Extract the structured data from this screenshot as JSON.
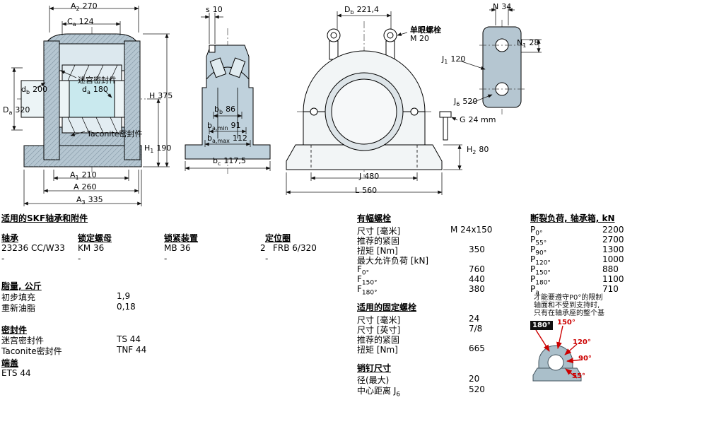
{
  "colors": {
    "housing_fill": "#b5c6d1",
    "bearing_fill": "#e3edf2",
    "sleeve_fill": "#c9e9ee",
    "line": "#000000",
    "accent_red": "#cc0000"
  },
  "drawings": {
    "section_view": {
      "labels": {
        "A2": {
          "base": "A",
          "sub": "2",
          "value": "270"
        },
        "Ca": {
          "base": "C",
          "sub": "a",
          "value": "124"
        },
        "labyrinth": "迷宫密封件",
        "db": {
          "base": "d",
          "sub": "b",
          "value": "200"
        },
        "da": {
          "base": "d",
          "sub": "a",
          "value": "180"
        },
        "Da": {
          "base": "D",
          "sub": "a",
          "value": "320"
        },
        "H": {
          "base": "H",
          "sub": "",
          "value": "375"
        },
        "taconite": "Taconite密封件",
        "H1": {
          "base": "H",
          "sub": "1",
          "value": "190"
        },
        "A1": {
          "base": "A",
          "sub": "1",
          "value": "210"
        },
        "A": {
          "base": "A",
          "sub": "",
          "value": "260"
        },
        "A3": {
          "base": "A",
          "sub": "3",
          "value": "335"
        }
      }
    },
    "side_view": {
      "labels": {
        "s": {
          "base": "s",
          "sub": "",
          "value": "10"
        },
        "bb": {
          "base": "b",
          "sub": "b",
          "value": "86"
        },
        "ba_min": {
          "base": "b",
          "sub": "a,min",
          "value": "91"
        },
        "ba_max": {
          "base": "b",
          "sub": "a,max",
          "value": "112"
        },
        "bc": {
          "base": "b",
          "sub": "c",
          "value": "117,5"
        }
      }
    },
    "front_view": {
      "labels": {
        "Db": {
          "base": "D",
          "sub": "b",
          "value": "221,4"
        },
        "eyebolt_title": "单眼螺栓",
        "eyebolt_size": "M 20",
        "G": {
          "base": "G",
          "sub": "",
          "value": "24 mm"
        },
        "H2": {
          "base": "H",
          "sub": "2",
          "value": "80"
        },
        "J": {
          "base": "J",
          "sub": "",
          "value": "480"
        },
        "L": {
          "base": "L",
          "sub": "",
          "value": "560"
        }
      }
    },
    "base_view": {
      "labels": {
        "N": {
          "base": "N",
          "sub": "",
          "value": "34"
        },
        "N1": {
          "base": "N",
          "sub": "1",
          "value": "28"
        },
        "J1": {
          "base": "J",
          "sub": "1",
          "value": "120"
        },
        "J6": {
          "base": "J",
          "sub": "6",
          "value": "520"
        }
      }
    }
  },
  "sections": {
    "bearings": {
      "title": "适用的SKF轴承和附件",
      "headers": [
        "轴承",
        "锁定螺母",
        "锁紧装置",
        "定位圈"
      ],
      "rows": [
        {
          "bearing": "23236 CC/W33",
          "nut": "KM 36",
          "device": "MB 36",
          "ring_qty": "2",
          "ring": "FRB 6/320"
        },
        {
          "bearing": "-",
          "nut": "-",
          "device": "-",
          "ring_qty": "-",
          "ring": ""
        }
      ]
    },
    "grease": {
      "title": "脂量, 公斤",
      "rows": [
        {
          "label": "初步填充",
          "value": "1,9"
        },
        {
          "label": "重新油脂",
          "value": "0,18"
        }
      ]
    },
    "seals": {
      "title": "密封件",
      "rows": [
        {
          "label": "迷宫密封件",
          "value": "TS 44"
        },
        {
          "label": "Taconite密封件",
          "value": "TNF 44"
        }
      ],
      "end_cover_title": "端盖",
      "end_cover_value": "ETS 44"
    },
    "cap_bolts": {
      "title": "有幅螺栓",
      "rows": [
        {
          "label": "尺寸 [毫米]",
          "value": "M 24x150"
        },
        {
          "label": "推荐的紧固",
          "value": ""
        },
        {
          "label": "扭矩 [Nm]",
          "value": "350"
        },
        {
          "label": "最大允许负荷 [kN]",
          "value": ""
        },
        {
          "label_base": "F",
          "label_sub": "0°",
          "value": "760"
        },
        {
          "label_base": "F",
          "label_sub": "150°",
          "value": "440"
        },
        {
          "label_base": "F",
          "label_sub": "180°",
          "value": "380"
        }
      ]
    },
    "fixing_bolts": {
      "title": "适用的固定螺栓",
      "rows": [
        {
          "label": "尺寸 [毫米]",
          "value": "24"
        },
        {
          "label": "尺寸 [英寸]",
          "value": "7/8"
        },
        {
          "label": "推荐的紧固",
          "value": ""
        },
        {
          "label": "扭矩 [Nm]",
          "value": "665"
        }
      ]
    },
    "dowel_pins": {
      "title": "销钉尺寸",
      "rows": [
        {
          "label": "径(最大)",
          "value": "20"
        },
        {
          "label_base": "中心距离 J",
          "label_sub": "6",
          "value": "520"
        }
      ]
    },
    "breaking_loads": {
      "title": "断裂负荷, 轴承箱, kN",
      "rows": [
        {
          "label_base": "P",
          "label_sub": "0°",
          "value": "2200"
        },
        {
          "label_base": "P",
          "label_sub": "55°",
          "value": "2700"
        },
        {
          "label_base": "P",
          "label_sub": "90°",
          "value": "1300"
        },
        {
          "label_base": "P",
          "label_sub": "120°",
          "value": "1000"
        },
        {
          "label_base": "P",
          "label_sub": "150°",
          "value": "880"
        },
        {
          "label_base": "P",
          "label_sub": "180°",
          "value": "1100"
        },
        {
          "label_base": "P",
          "label_sub": "a",
          "value": "710"
        }
      ],
      "note_lines": [
        "才能要遵守P0°的限制",
        "轴面和不受到支持时,",
        "只有在轴承座的整个基"
      ]
    },
    "angle_diagram": {
      "labels": [
        "180°",
        "150°",
        "120°",
        "90°",
        "55°"
      ]
    }
  }
}
